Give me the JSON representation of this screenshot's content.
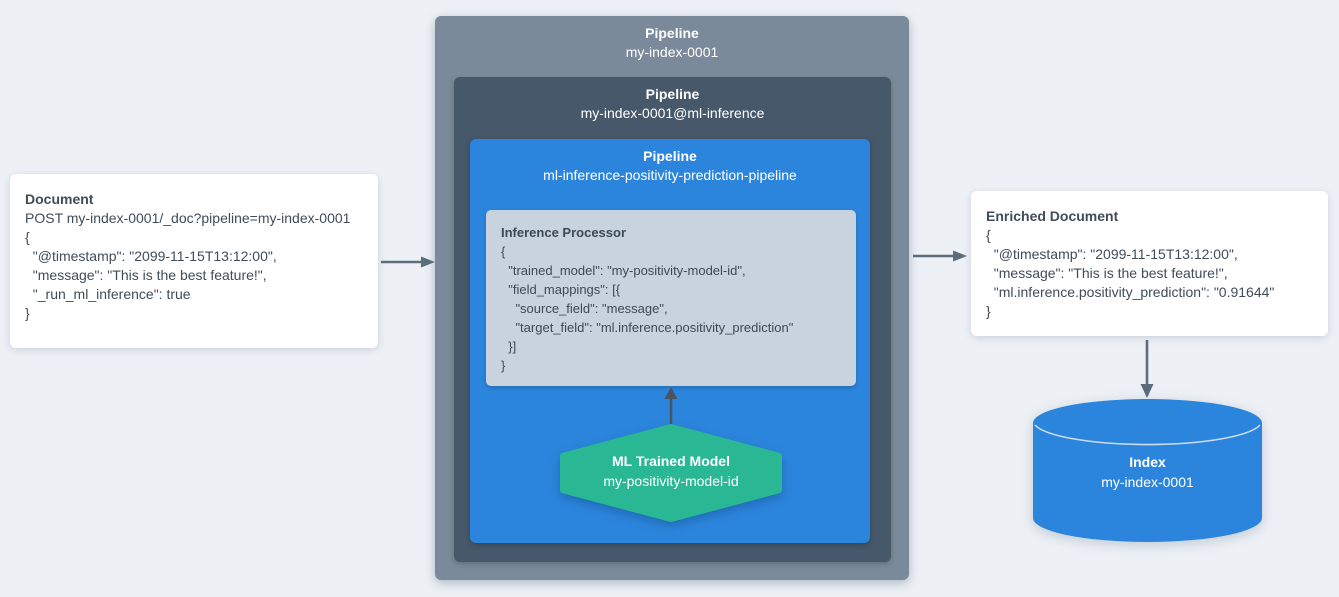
{
  "colors": {
    "background": "#edf1f6",
    "pipeline_outer": "#7b8a9b",
    "pipeline_mid": "#46586a",
    "pipeline_inner_blue": "#2c85dd",
    "processor_panel": "#c9d3de",
    "ml_model_teal": "#29b794",
    "index_cylinder_blue": "#2c85dd",
    "arrow_gray": "#5c6c7b",
    "text_dark": "#3f4c59",
    "text_light": "#ffffff"
  },
  "left_document": {
    "title": "Document",
    "lines": [
      "POST my-index-0001/_doc?pipeline=my-index-0001",
      "{",
      "  \"@timestamp\": \"2099-11-15T13:12:00\",",
      "  \"message\": \"This is the best feature!\",",
      "  \"_run_ml_inference\": true",
      "}"
    ]
  },
  "pipeline_outer": {
    "title": "Pipeline",
    "subtitle": "my-index-0001"
  },
  "pipeline_mid": {
    "title": "Pipeline",
    "subtitle": "my-index-0001@ml-inference"
  },
  "pipeline_inner": {
    "title": "Pipeline",
    "subtitle": "ml-inference-positivity-prediction-pipeline"
  },
  "inference_processor": {
    "title": "Inference Processor",
    "lines": [
      "{",
      "  \"trained_model\": \"my-positivity-model-id\",",
      "  \"field_mappings\": [{",
      "    \"source_field\": \"message\",",
      "    \"target_field\": \"ml.inference.positivity_prediction\"",
      "  }]",
      "}"
    ]
  },
  "ml_model": {
    "title": "ML Trained Model",
    "subtitle": "my-positivity-model-id"
  },
  "enriched_document": {
    "title": "Enriched Document",
    "lines": [
      "{",
      "  \"@timestamp\": \"2099-11-15T13:12:00\",",
      "  \"message\": \"This is the best feature!\",",
      "  \"ml.inference.positivity_prediction\": \"0.91644\"",
      "}"
    ]
  },
  "index": {
    "title": "Index",
    "subtitle": "my-index-0001"
  }
}
